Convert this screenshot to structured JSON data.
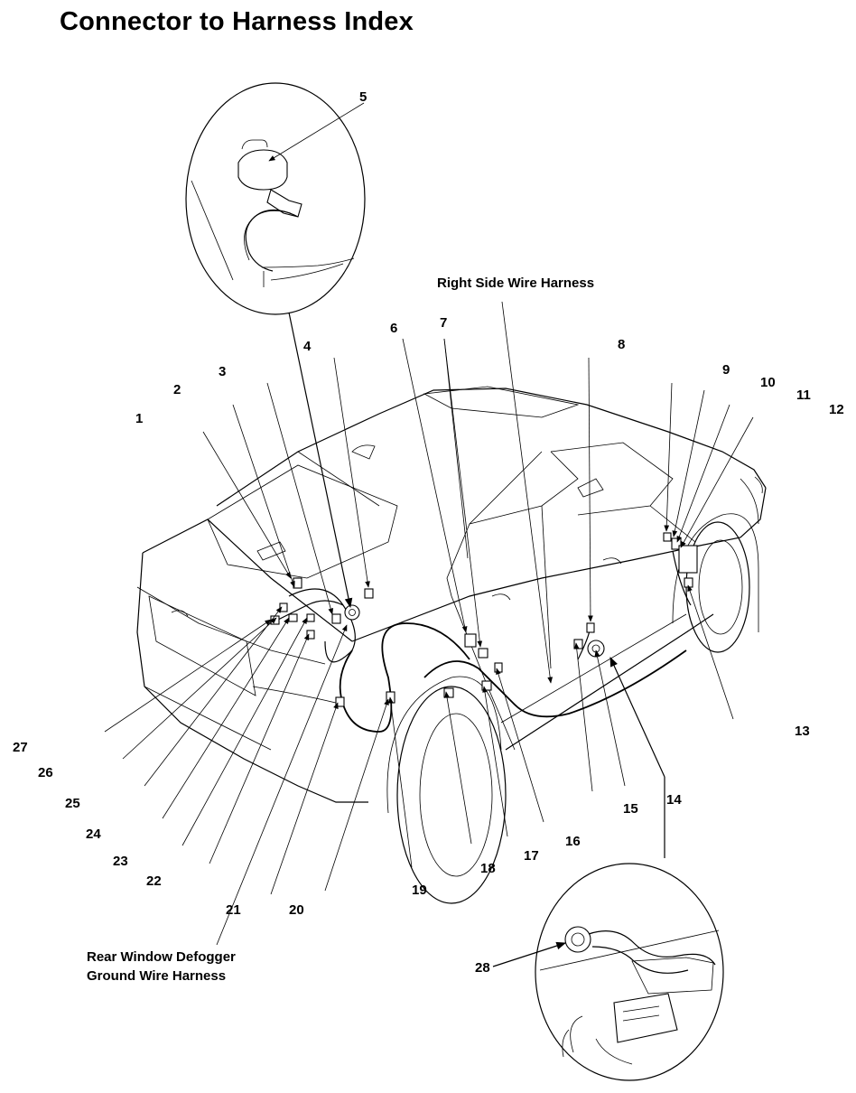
{
  "title": "Connector to Harness Index",
  "harness_labels": {
    "right_side": "Right Side Wire Harness",
    "rear_defogger_line1": "Rear Window Defogger",
    "rear_defogger_line2": "Ground Wire Harness"
  },
  "callouts": [
    "1",
    "2",
    "3",
    "4",
    "5",
    "6",
    "7",
    "8",
    "9",
    "10",
    "11",
    "12",
    "13",
    "14",
    "15",
    "16",
    "17",
    "18",
    "19",
    "20",
    "21",
    "22",
    "23",
    "24",
    "25",
    "26",
    "27",
    "28"
  ]
}
